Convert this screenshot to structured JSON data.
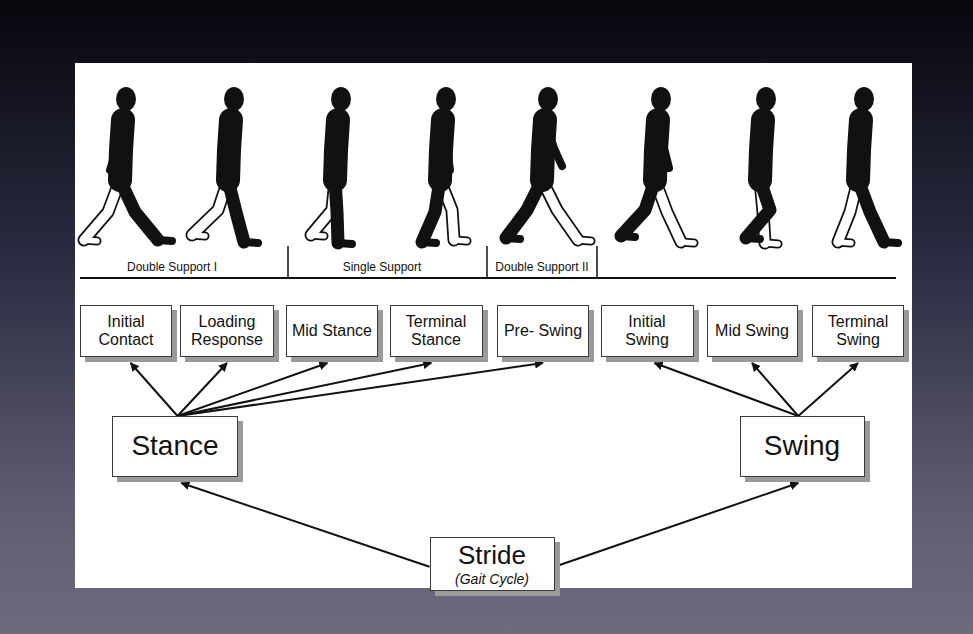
{
  "diagram": {
    "nodes": [
      {
        "text": [
          "Initial Contact"
        ]
      },
      {
        "text": [
          "Loading Response"
        ]
      },
      {
        "text": [
          "Mid Stance"
        ]
      },
      {
        "text": [
          "Terminal Stance"
        ]
      },
      {
        "text": [
          "Pre- Swing"
        ]
      },
      {
        "text": [
          "Initial Swing"
        ]
      },
      {
        "text": [
          "Mid Swing"
        ]
      },
      {
        "text": [
          "Terminal Swing"
        ]
      },
      {
        "text": [
          "Stance"
        ]
      },
      {
        "text": [
          "Swing"
        ]
      },
      {
        "text": [
          "Stride",
          "(Gait Cycle)"
        ]
      }
    ],
    "edges": [
      {
        "from": 8,
        "to": 0,
        "arrow": "to"
      },
      {
        "from": 8,
        "to": 1,
        "arrow": "to"
      },
      {
        "from": 8,
        "to": 2,
        "arrow": "to"
      },
      {
        "from": 8,
        "to": 3,
        "arrow": "to"
      },
      {
        "from": 8,
        "to": 4,
        "arrow": "to"
      },
      {
        "from": 9,
        "to": 5,
        "arrow": "to"
      },
      {
        "from": 9,
        "to": 6,
        "arrow": "to"
      },
      {
        "from": 9,
        "to": 7,
        "arrow": "to"
      },
      {
        "from": 10,
        "to": 8,
        "arrow": "to"
      },
      {
        "from": 10,
        "to": 9,
        "arrow": "to"
      }
    ],
    "labels": [
      "Double Support I",
      "Single Support",
      "Double Support II"
    ]
  }
}
